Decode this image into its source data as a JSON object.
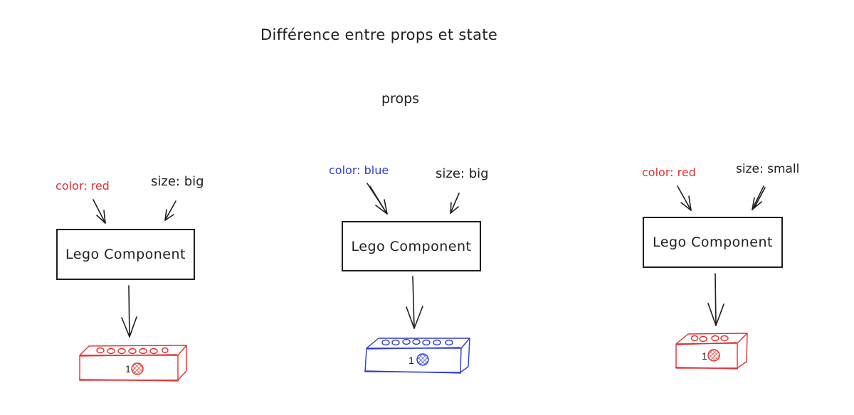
{
  "title": "Différence entre props et state",
  "subtitle": "props",
  "colors": {
    "ink": "#1e1e1e",
    "red": "#e03131",
    "blue": "#2f3fc9"
  },
  "components": [
    {
      "color_label": "color: red",
      "size_label": "size: big",
      "box_label": "Lego Component",
      "brick_color": "red",
      "brick_size": "big",
      "brick_number": "1",
      "studs": 7
    },
    {
      "color_label": "color: blue",
      "size_label": "size: big",
      "box_label": "Lego Component",
      "brick_color": "blue",
      "brick_size": "big",
      "brick_number": "1",
      "studs": 7
    },
    {
      "color_label": "color: red",
      "size_label": "size: small",
      "box_label": "Lego Component",
      "brick_color": "red",
      "brick_size": "small",
      "brick_number": "1",
      "studs": 4
    }
  ]
}
